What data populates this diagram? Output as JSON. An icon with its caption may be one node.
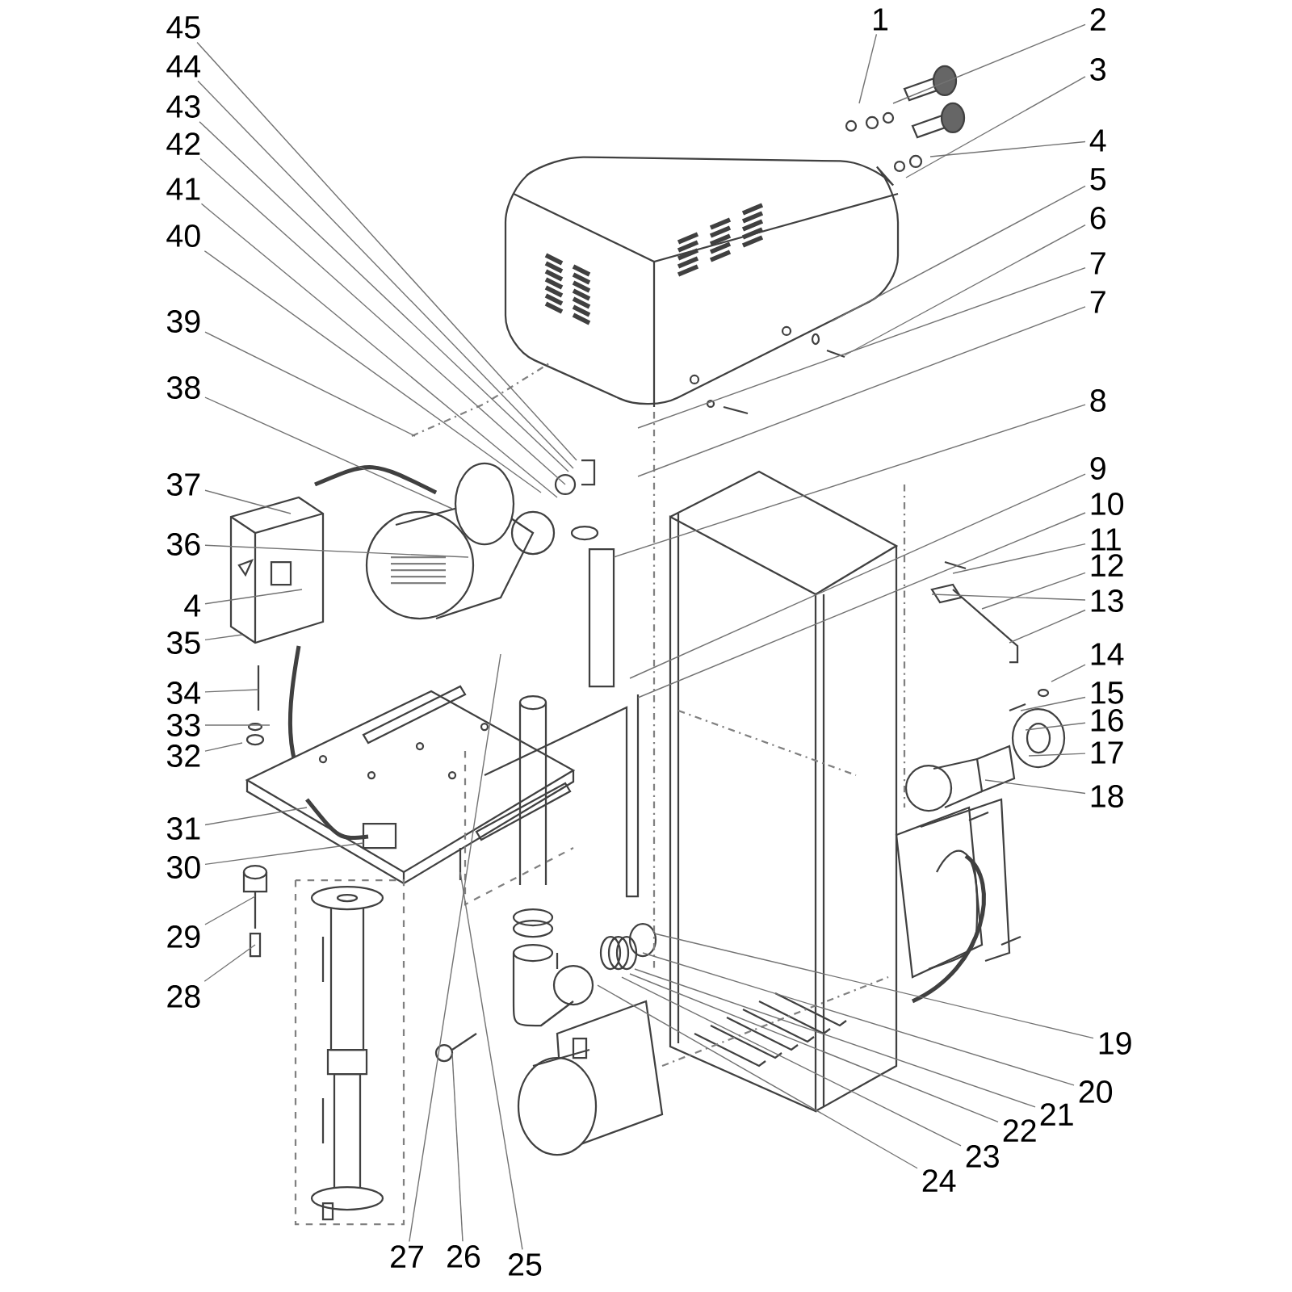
{
  "diagram": {
    "nodes": [
      {
        "text": [
          "1"
        ]
      },
      {
        "text": [
          "2"
        ]
      },
      {
        "text": [
          "3"
        ]
      },
      {
        "text": [
          "4"
        ]
      },
      {
        "text": [
          "5"
        ]
      },
      {
        "text": [
          "6"
        ]
      },
      {
        "text": [
          "7"
        ]
      },
      {
        "text": [
          "7"
        ]
      },
      {
        "text": [
          "8"
        ]
      },
      {
        "text": [
          "9"
        ]
      },
      {
        "text": [
          "10"
        ]
      },
      {
        "text": [
          "11"
        ]
      },
      {
        "text": [
          "12"
        ]
      },
      {
        "text": [
          "13"
        ]
      },
      {
        "text": [
          "14"
        ]
      },
      {
        "text": [
          "15"
        ]
      },
      {
        "text": [
          "16"
        ]
      },
      {
        "text": [
          "17"
        ]
      },
      {
        "text": [
          "18"
        ]
      },
      {
        "text": [
          "19"
        ]
      },
      {
        "text": [
          "20"
        ]
      },
      {
        "text": [
          "21"
        ]
      },
      {
        "text": [
          "22"
        ]
      },
      {
        "text": [
          "23"
        ]
      },
      {
        "text": [
          "24"
        ]
      },
      {
        "text": [
          "25"
        ]
      },
      {
        "text": [
          "26"
        ]
      },
      {
        "text": [
          "27"
        ]
      },
      {
        "text": [
          "28"
        ]
      },
      {
        "text": [
          "29"
        ]
      },
      {
        "text": [
          "30"
        ]
      },
      {
        "text": [
          "31"
        ]
      },
      {
        "text": [
          "32"
        ]
      },
      {
        "text": [
          "33"
        ]
      },
      {
        "text": [
          "34"
        ]
      },
      {
        "text": [
          "35"
        ]
      },
      {
        "text": [
          "4"
        ]
      },
      {
        "text": [
          "36"
        ]
      },
      {
        "text": [
          "37"
        ]
      },
      {
        "text": [
          "38"
        ]
      },
      {
        "text": [
          "39"
        ]
      },
      {
        "text": [
          "40"
        ]
      },
      {
        "text": [
          "41"
        ]
      },
      {
        "text": [
          "42"
        ]
      },
      {
        "text": [
          "43"
        ]
      },
      {
        "text": [
          "44"
        ]
      },
      {
        "text": [
          "45"
        ]
      }
    ],
    "edges": [
      {
        "from": 0,
        "to": null,
        "arrow": "none"
      },
      {
        "from": 1,
        "to": null,
        "arrow": "none"
      },
      {
        "from": 2,
        "to": null,
        "arrow": "none"
      },
      {
        "from": 3,
        "to": null,
        "arrow": "none"
      },
      {
        "from": 4,
        "to": null,
        "arrow": "none"
      },
      {
        "from": 5,
        "to": null,
        "arrow": "none"
      },
      {
        "from": 6,
        "to": null,
        "arrow": "none"
      },
      {
        "from": 7,
        "to": null,
        "arrow": "none"
      },
      {
        "from": 8,
        "to": null,
        "arrow": "none"
      },
      {
        "from": 9,
        "to": null,
        "arrow": "none"
      },
      {
        "from": 10,
        "to": null,
        "arrow": "none"
      },
      {
        "from": 11,
        "to": null,
        "arrow": "none"
      },
      {
        "from": 12,
        "to": null,
        "arrow": "none"
      },
      {
        "from": 13,
        "to": null,
        "arrow": "none"
      },
      {
        "from": 13,
        "to": null,
        "arrow": "none"
      },
      {
        "from": 14,
        "to": null,
        "arrow": "none"
      },
      {
        "from": 15,
        "to": null,
        "arrow": "none"
      },
      {
        "from": 16,
        "to": null,
        "arrow": "none"
      },
      {
        "from": 17,
        "to": null,
        "arrow": "none"
      },
      {
        "from": 18,
        "to": null,
        "arrow": "none"
      },
      {
        "from": 19,
        "to": null,
        "arrow": "none"
      },
      {
        "from": 20,
        "to": null,
        "arrow": "none"
      },
      {
        "from": 21,
        "to": null,
        "arrow": "none"
      },
      {
        "from": 22,
        "to": null,
        "arrow": "none"
      },
      {
        "from": 23,
        "to": null,
        "arrow": "none"
      },
      {
        "from": 24,
        "to": null,
        "arrow": "none"
      },
      {
        "from": 25,
        "to": null,
        "arrow": "none"
      },
      {
        "from": 26,
        "to": null,
        "arrow": "none"
      },
      {
        "from": 27,
        "to": null,
        "arrow": "none"
      },
      {
        "from": 28,
        "to": null,
        "arrow": "none"
      },
      {
        "from": 29,
        "to": null,
        "arrow": "none"
      },
      {
        "from": 30,
        "to": null,
        "arrow": "none"
      },
      {
        "from": 31,
        "to": null,
        "arrow": "none"
      },
      {
        "from": 32,
        "to": null,
        "arrow": "none"
      },
      {
        "from": 33,
        "to": null,
        "arrow": "none"
      },
      {
        "from": 34,
        "to": null,
        "arrow": "none"
      },
      {
        "from": 35,
        "to": null,
        "arrow": "none"
      },
      {
        "from": 36,
        "to": null,
        "arrow": "none"
      },
      {
        "from": 37,
        "to": null,
        "arrow": "none"
      },
      {
        "from": 38,
        "to": null,
        "arrow": "none"
      },
      {
        "from": 39,
        "to": null,
        "arrow": "none"
      },
      {
        "from": 40,
        "to": null,
        "arrow": "none"
      },
      {
        "from": 41,
        "to": null,
        "arrow": "none"
      },
      {
        "from": 42,
        "to": null,
        "arrow": "none"
      },
      {
        "from": 43,
        "to": null,
        "arrow": "none"
      },
      {
        "from": 44,
        "to": null,
        "arrow": "none"
      },
      {
        "from": 45,
        "to": null,
        "arrow": "none"
      },
      {
        "from": 46,
        "to": null,
        "arrow": "none"
      }
    ]
  }
}
